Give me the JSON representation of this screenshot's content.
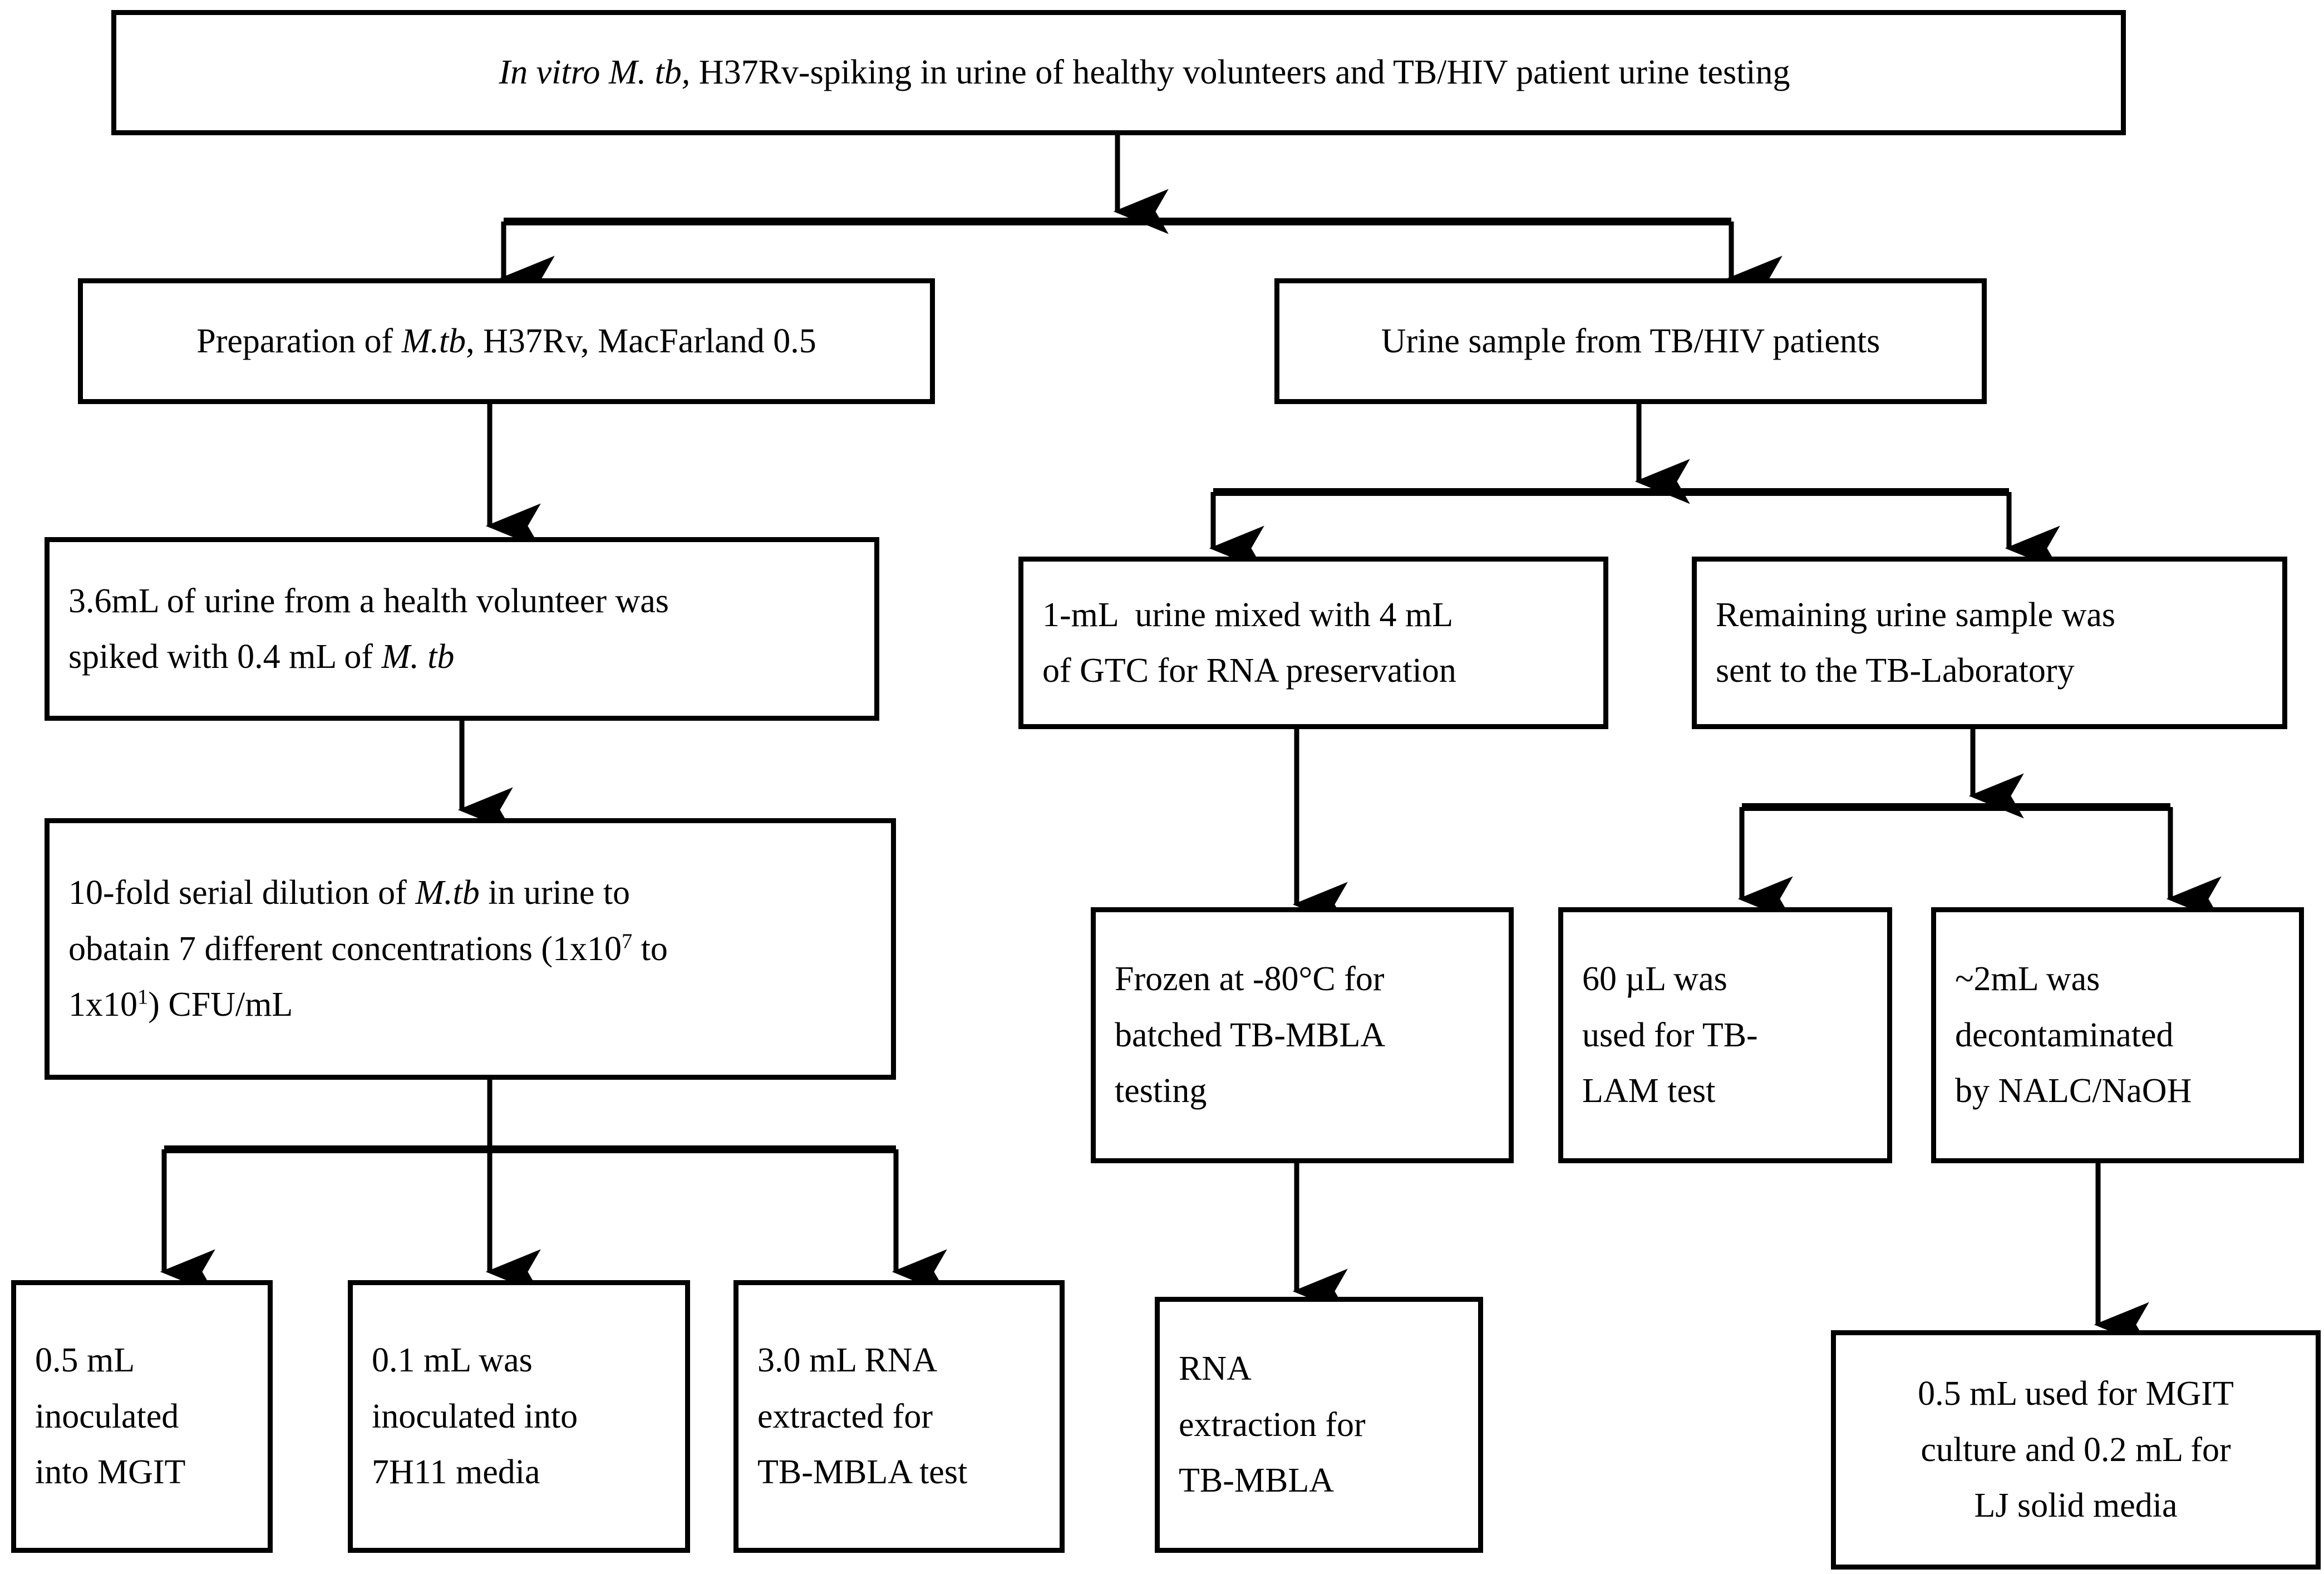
{
  "diagram": {
    "title": "In vitro M. tb, H37Rv-spiking in urine of healthy volunteers and TB/HIV patient urine testing",
    "type": "flowchart",
    "orientation": "top-down",
    "box_style": {
      "fill": "#ffffff",
      "stroke": "#000000",
      "text_color": "#000000"
    },
    "nodes": {
      "title_box": "In vitro M. tb, H37Rv-spiking in urine of healthy volunteers and TB/HIV patient urine testing",
      "prep_mtb": "Preparation of M.tb, H37Rv, MacFarland 0.5",
      "urine_sample": "Urine sample from TB/HIV patients",
      "spiked_urine": "3.6mL of urine from a health volunteer was spiked with 0.4 mL of M. tb",
      "gtc_mix": "1-mL  urine mixed with 4 mL of GTC for RNA preservation",
      "remaining_urine": "Remaining urine sample was sent to the TB-Laboratory",
      "serial_dilution": "10-fold serial dilution of M.tb in urine to obatain 7 different concentrations (1x107 to 1x101) CFU/mL",
      "frozen": "Frozen at -80°C for batched TB-MBLA testing",
      "tb_lam": "60 µL was used for TB-LAM test",
      "decontaminated": "~2mL was decontaminated by NALC/NaOH",
      "mgit_05": "0.5 mL inoculated into MGIT",
      "media_7h11": "0.1 mL was inoculated into 7H11 media",
      "rna_30": "3.0 mL RNA extracted for TB-MBLA test",
      "rna_extraction": "RNA extraction for TB-MBLA",
      "mgit_lj": "0.5 mL used for MGIT culture and 0.2 mL for LJ solid media"
    },
    "node_lines": {
      "title_box": [
        "In vitro M. tb, H37Rv-spiking in urine of healthy volunteers and TB/HIV patient urine testing"
      ],
      "prep_mtb": [
        "Preparation of M.tb, H37Rv, MacFarland 0.5"
      ],
      "urine_sample": [
        "Urine sample from TB/HIV patients"
      ],
      "spiked_urine": [
        "3.6mL of urine from a health volunteer was",
        "spiked with 0.4 mL of M. tb"
      ],
      "gtc_mix": [
        "1-mL  urine mixed with 4 mL",
        "of GTC for RNA preservation"
      ],
      "remaining_urine": [
        "Remaining urine sample was",
        "sent to the TB-Laboratory"
      ],
      "serial_dilution": [
        "10-fold serial dilution of M.tb in urine to",
        "obatain 7 different concentrations (1x107 to",
        "1x101) CFU/mL"
      ],
      "frozen": [
        "Frozen at -80°C for",
        "batched TB-MBLA",
        "testing"
      ],
      "tb_lam": [
        "60 µL was",
        "used for TB-",
        "LAM test"
      ],
      "decontaminated": [
        "~2mL was",
        "decontaminated",
        "by NALC/NaOH"
      ],
      "mgit_05": [
        "0.5 mL",
        "inoculated",
        "into MGIT"
      ],
      "media_7h11": [
        "0.1 mL was",
        "inoculated into",
        "7H11 media"
      ],
      "rna_30": [
        "3.0 mL RNA",
        "extracted for",
        "TB-MBLA test"
      ],
      "rna_extraction": [
        "RNA",
        "extraction for",
        "TB-MBLA"
      ],
      "mgit_lj": [
        "0.5 mL used for MGIT",
        "culture and 0.2 mL for",
        "LJ solid media"
      ]
    },
    "edges": [
      {
        "from": "title_box",
        "to": "prep_mtb"
      },
      {
        "from": "title_box",
        "to": "urine_sample"
      },
      {
        "from": "prep_mtb",
        "to": "spiked_urine"
      },
      {
        "from": "urine_sample",
        "to": "gtc_mix"
      },
      {
        "from": "urine_sample",
        "to": "remaining_urine"
      },
      {
        "from": "spiked_urine",
        "to": "serial_dilution"
      },
      {
        "from": "gtc_mix",
        "to": "frozen"
      },
      {
        "from": "remaining_urine",
        "to": "tb_lam"
      },
      {
        "from": "remaining_urine",
        "to": "decontaminated"
      },
      {
        "from": "serial_dilution",
        "to": "mgit_05"
      },
      {
        "from": "serial_dilution",
        "to": "media_7h11"
      },
      {
        "from": "serial_dilution",
        "to": "rna_30"
      },
      {
        "from": "frozen",
        "to": "rna_extraction"
      },
      {
        "from": "decontaminated",
        "to": "mgit_lj"
      }
    ]
  }
}
